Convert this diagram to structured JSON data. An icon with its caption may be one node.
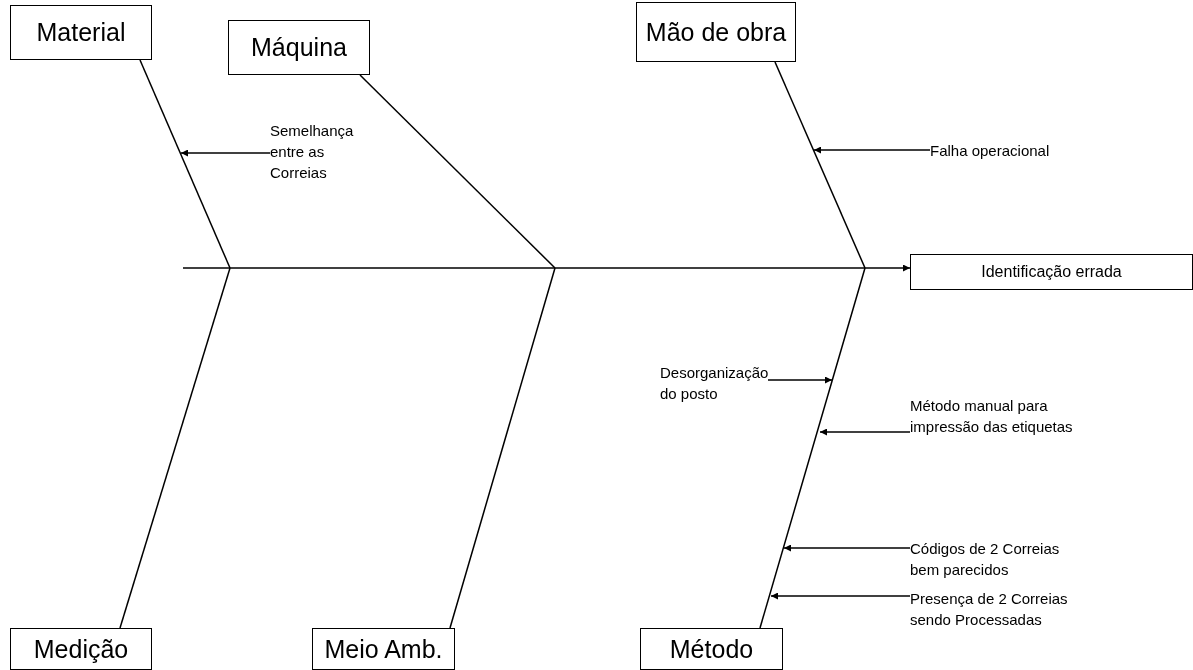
{
  "diagram": {
    "nodes": [
      {
        "text": [
          "Material"
        ]
      },
      {
        "text": [
          "Máquina"
        ]
      },
      {
        "text": [
          "Mão de obra"
        ]
      },
      {
        "text": [
          "Semelhança entre as Correias"
        ]
      },
      {
        "text": [
          "Falha operacional"
        ]
      },
      {
        "text": [
          "Identificação errada"
        ]
      },
      {
        "text": [
          "Desorganização do posto"
        ]
      },
      {
        "text": [
          "Método manual para impressão das etiquetas"
        ]
      },
      {
        "text": [
          "Códigos de 2 Correias bem parecidos"
        ]
      },
      {
        "text": [
          "Presença de 2 Correias sendo Processadas"
        ]
      },
      {
        "text": [
          "Medição"
        ]
      },
      {
        "text": [
          "Meio Amb."
        ]
      },
      {
        "text": [
          "Método"
        ]
      }
    ],
    "edges": [
      {
        "from": null,
        "to": 5,
        "arrow": "to"
      },
      {
        "from": 0,
        "to": null,
        "arrow": "none"
      },
      {
        "from": 1,
        "to": null,
        "arrow": "none"
      },
      {
        "from": 2,
        "to": null,
        "arrow": "none"
      },
      {
        "from": 10,
        "to": null,
        "arrow": "none"
      },
      {
        "from": 11,
        "to": null,
        "arrow": "none"
      },
      {
        "from": 12,
        "to": null,
        "arrow": "none"
      },
      {
        "from": 3,
        "to": null,
        "arrow": "to"
      },
      {
        "from": 4,
        "to": null,
        "arrow": "to"
      },
      {
        "from": 6,
        "to": null,
        "arrow": "to"
      },
      {
        "from": 7,
        "to": null,
        "arrow": "to"
      },
      {
        "from": 8,
        "to": null,
        "arrow": "to"
      },
      {
        "from": 9,
        "to": null,
        "arrow": "to"
      }
    ]
  }
}
